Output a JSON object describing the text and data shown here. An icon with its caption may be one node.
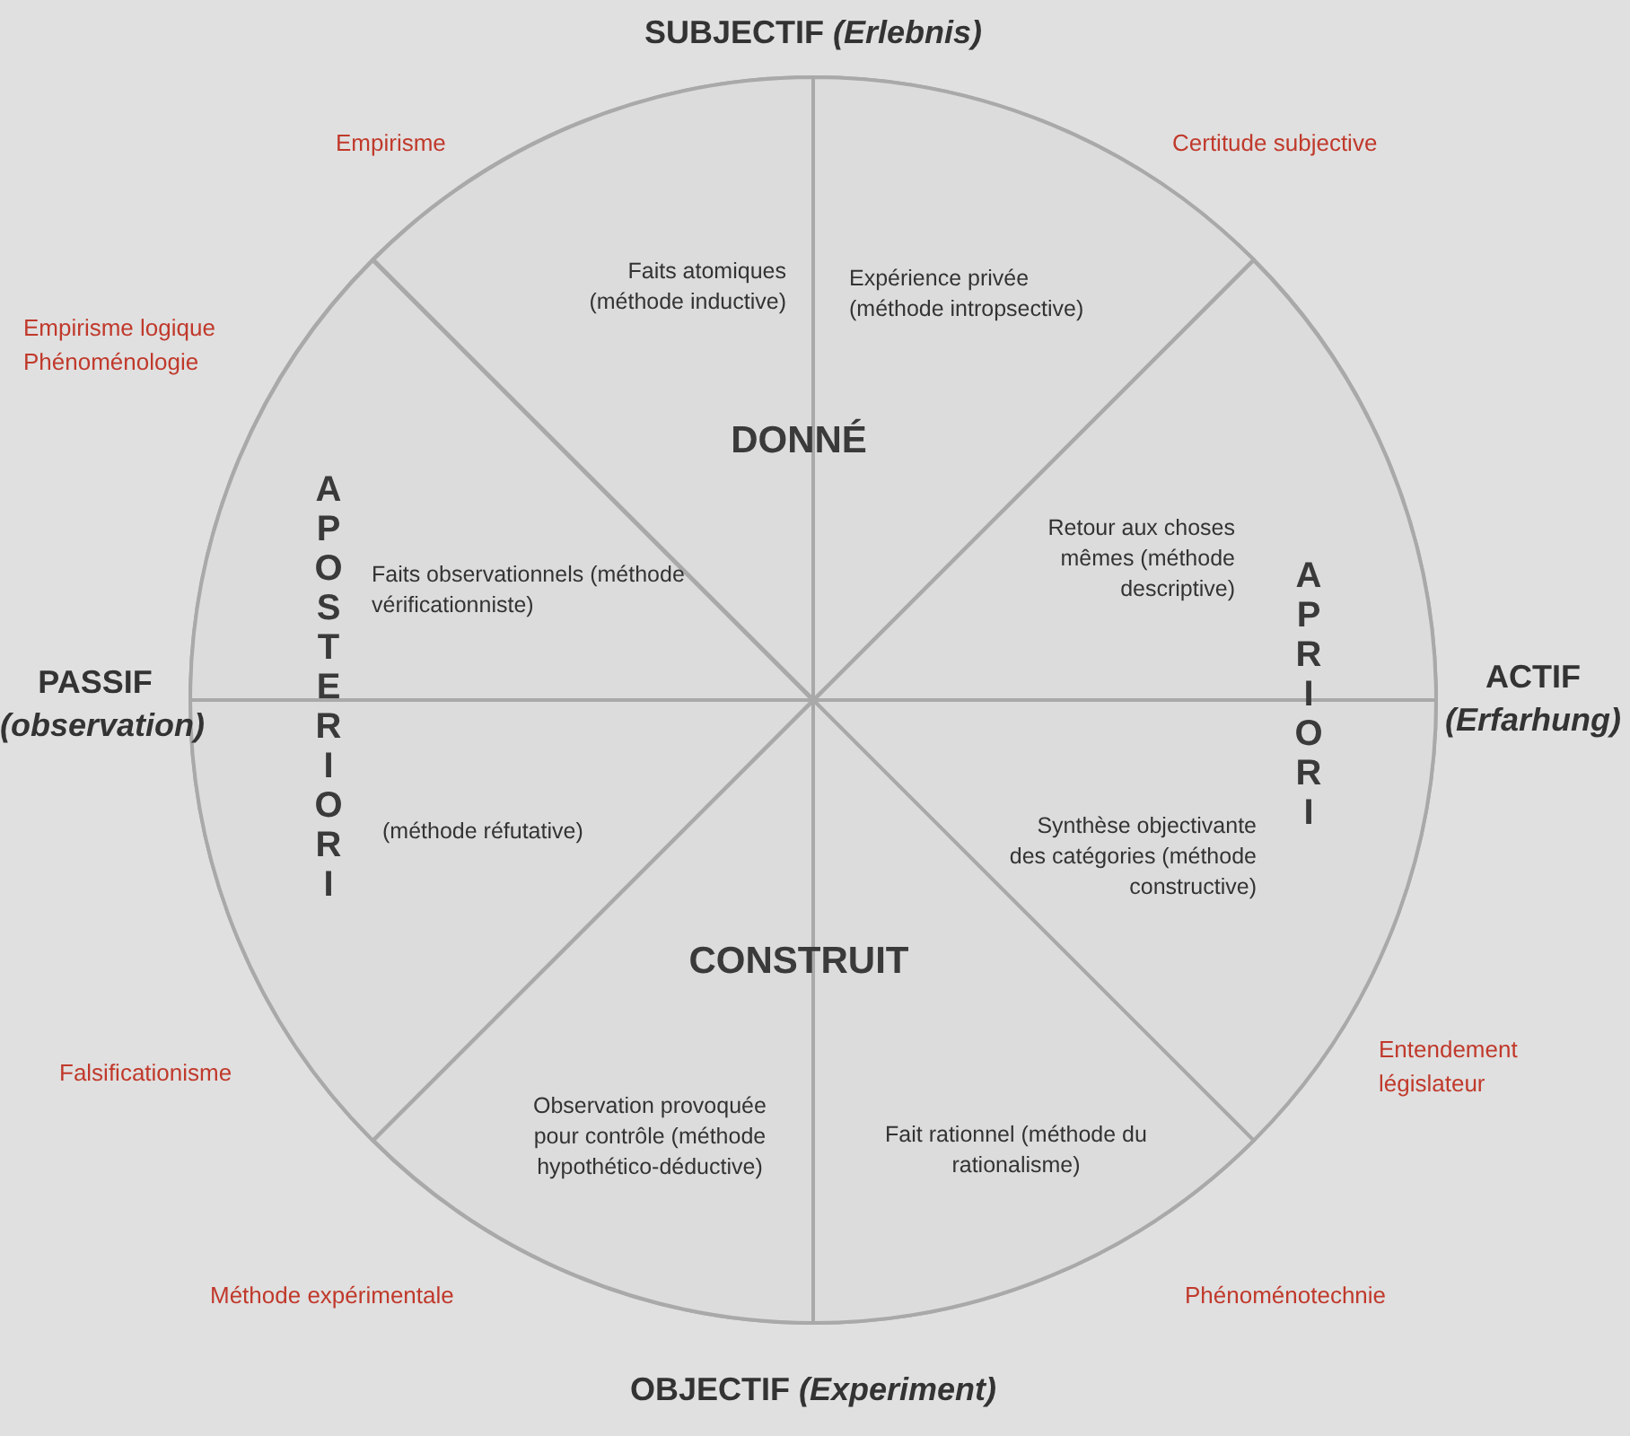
{
  "diagram": {
    "nodes": [
      {
        "text": [],
        "shape": "circle"
      },
      {
        "text": [
          "Faits atomiques (méthode inductive)"
        ],
        "in": 0
      },
      {
        "text": [
          "Expérience privée (méthode intropsective)"
        ],
        "in": 0
      },
      {
        "text": [
          "Faits observationnels (méthode vérificationniste)"
        ],
        "in": 0
      },
      {
        "text": [
          "Retour aux choses mêmes (méthode descriptive)"
        ],
        "in": 0
      },
      {
        "text": [
          "(méthode réfutative)"
        ],
        "in": 0
      },
      {
        "text": [
          "Synthèse objectivante des catégories (méthode constructive)"
        ],
        "in": 0
      },
      {
        "text": [
          "Observation provoquée pour contrôle (méthode hypothético-déductive)"
        ],
        "in": 0
      },
      {
        "text": [
          "Fait rationnel (méthode du rationalisme)"
        ],
        "in": 0
      }
    ],
    "edges": [],
    "labels": [
      "SUBJECTIF *(Erlebnis)*",
      "Empirisme",
      "Certitude subjective",
      "Empirisme logique Phénoménologie",
      "DONNÉ",
      "APOSTERIORI",
      "APRIORI",
      "PASSIF *(observation)*",
      "ACTIF *(Erfarhung)*",
      "CONSTRUIT",
      "Falsificationisme",
      "Entendement législateur",
      "Méthode expérimentale",
      "Phénoménotechnie",
      "OBJECTIF *(Experiment)*"
    ]
  }
}
